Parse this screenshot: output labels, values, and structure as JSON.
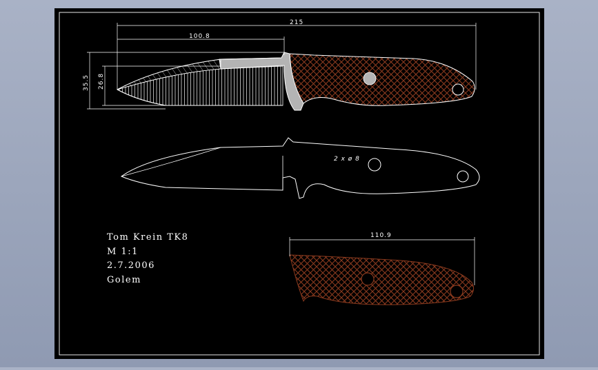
{
  "drawing": {
    "background_color": "#000000",
    "line_color": "#ffffff",
    "handle_color": "#8b3a1e",
    "bolster_color": "#b4b4b4"
  },
  "dimensions": {
    "overall_length": "215",
    "blade_length": "100.8",
    "blade_height": "35.5",
    "blade_width": "26.8",
    "handle_length": "110.9"
  },
  "annotations": {
    "hole_note": "2 x ø 8"
  },
  "title_block": {
    "name": "Tom Krein TK8",
    "scale": "M  1:1",
    "date": "2.7.2006",
    "author": "Golem"
  }
}
